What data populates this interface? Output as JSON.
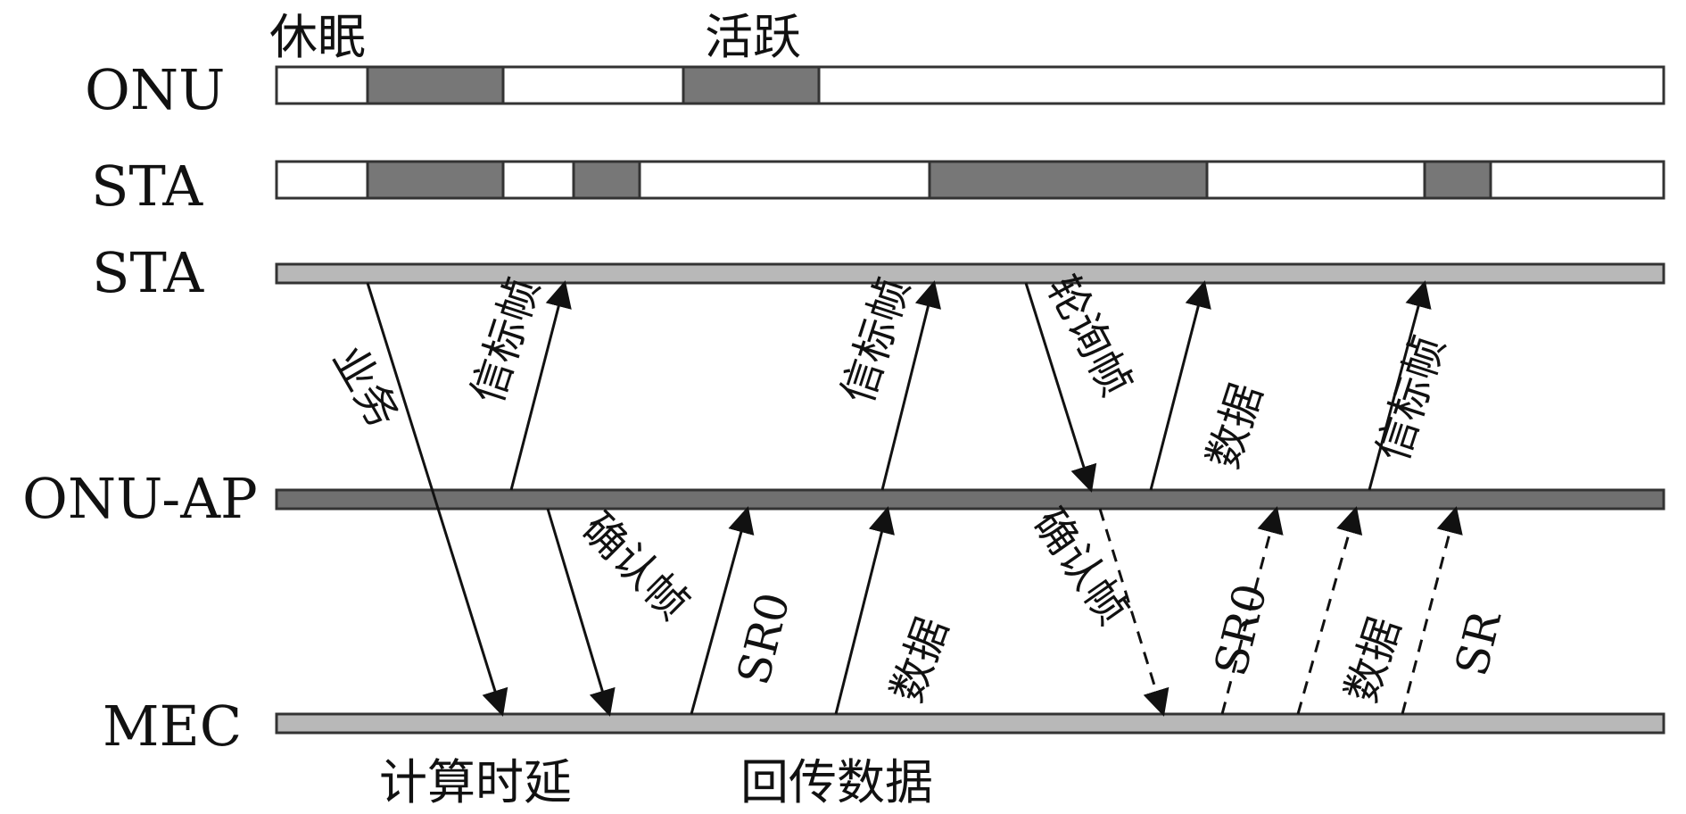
{
  "legend": {
    "sleep": "休眠",
    "active": "活跃"
  },
  "lanes": {
    "onu": "ONU",
    "sta_state": "STA",
    "sta": "STA",
    "onu_ap": "ONU-AP",
    "mec": "MEC"
  },
  "messages": {
    "service": "业务",
    "beacon_1": "信标帧",
    "ack_1": "确认帧",
    "sr0_1": "SR0",
    "data_1": "数据",
    "beacon_2": "信标帧",
    "poll": "轮询帧",
    "data_2": "数据",
    "ack_2": "确认帧",
    "sr0_2": "SR0",
    "beacon_3": "信标帧",
    "data_3": "数据",
    "sr": "SR"
  },
  "bottom_labels": {
    "compute_delay": "计算时延",
    "return_data": "回传数据"
  },
  "colors": {
    "sleep_fill": "#777777",
    "active_fill": "#ffffff",
    "onu_ap_bar": "#707070",
    "sta_mec_bar": "#b8b8b8",
    "arrow": "#111111"
  }
}
